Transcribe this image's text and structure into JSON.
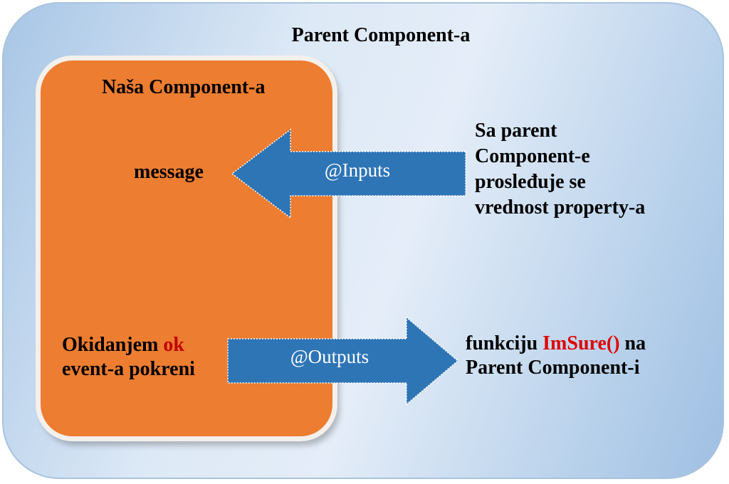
{
  "parent": {
    "title": "Parent Component-a"
  },
  "child": {
    "title": "Naša Component-a",
    "property": "message",
    "trigger_prefix": "Okidanjem ",
    "trigger_event": "ok",
    "trigger_line2": "event-a pokreni"
  },
  "inputs": {
    "label": "@Inputs",
    "description_lines": [
      "Sa parent",
      "Component-e",
      "prosleđuje se",
      "vrednost property-a"
    ]
  },
  "outputs": {
    "label": "@Outputs",
    "desc_prefix": "funkciju ",
    "desc_function": "ImSure()",
    "desc_suffix": " na",
    "desc_line2": "Parent Component-i"
  },
  "colors": {
    "parent_fill": "#dde9f6",
    "child_fill": "#ed7d31",
    "arrow_fill": "#2e75b6",
    "event_highlight": "#c00000",
    "function_highlight": "#e00000"
  }
}
